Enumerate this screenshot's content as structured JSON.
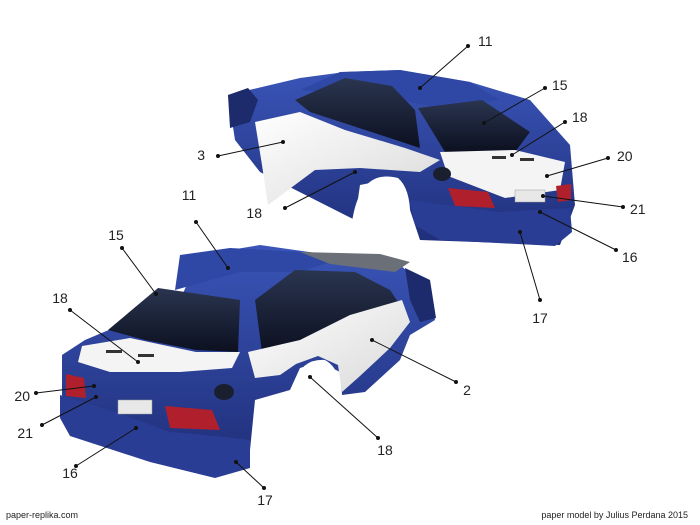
{
  "footer": {
    "left": "paper-replika.com",
    "right": "paper model by Julius Perdana 2015"
  },
  "colors": {
    "body_blue": "#2b3f96",
    "body_blue_dark": "#1f2e78",
    "livery_white": "#f2f2f2",
    "glass": "#151a28",
    "taillight": "#b0202c",
    "leader": "#111111"
  },
  "cars": [
    {
      "id": "upper-car",
      "view": "rear-right",
      "callouts": [
        {
          "number": "11"
        },
        {
          "number": "15"
        },
        {
          "number": "18"
        },
        {
          "number": "20"
        },
        {
          "number": "21"
        },
        {
          "number": "16"
        },
        {
          "number": "17"
        },
        {
          "number": "3"
        },
        {
          "number": "18"
        }
      ]
    },
    {
      "id": "lower-car",
      "view": "rear-left",
      "callouts": [
        {
          "number": "11"
        },
        {
          "number": "15"
        },
        {
          "number": "18"
        },
        {
          "number": "20"
        },
        {
          "number": "21"
        },
        {
          "number": "16"
        },
        {
          "number": "17"
        },
        {
          "number": "2"
        },
        {
          "number": "18"
        }
      ]
    }
  ]
}
